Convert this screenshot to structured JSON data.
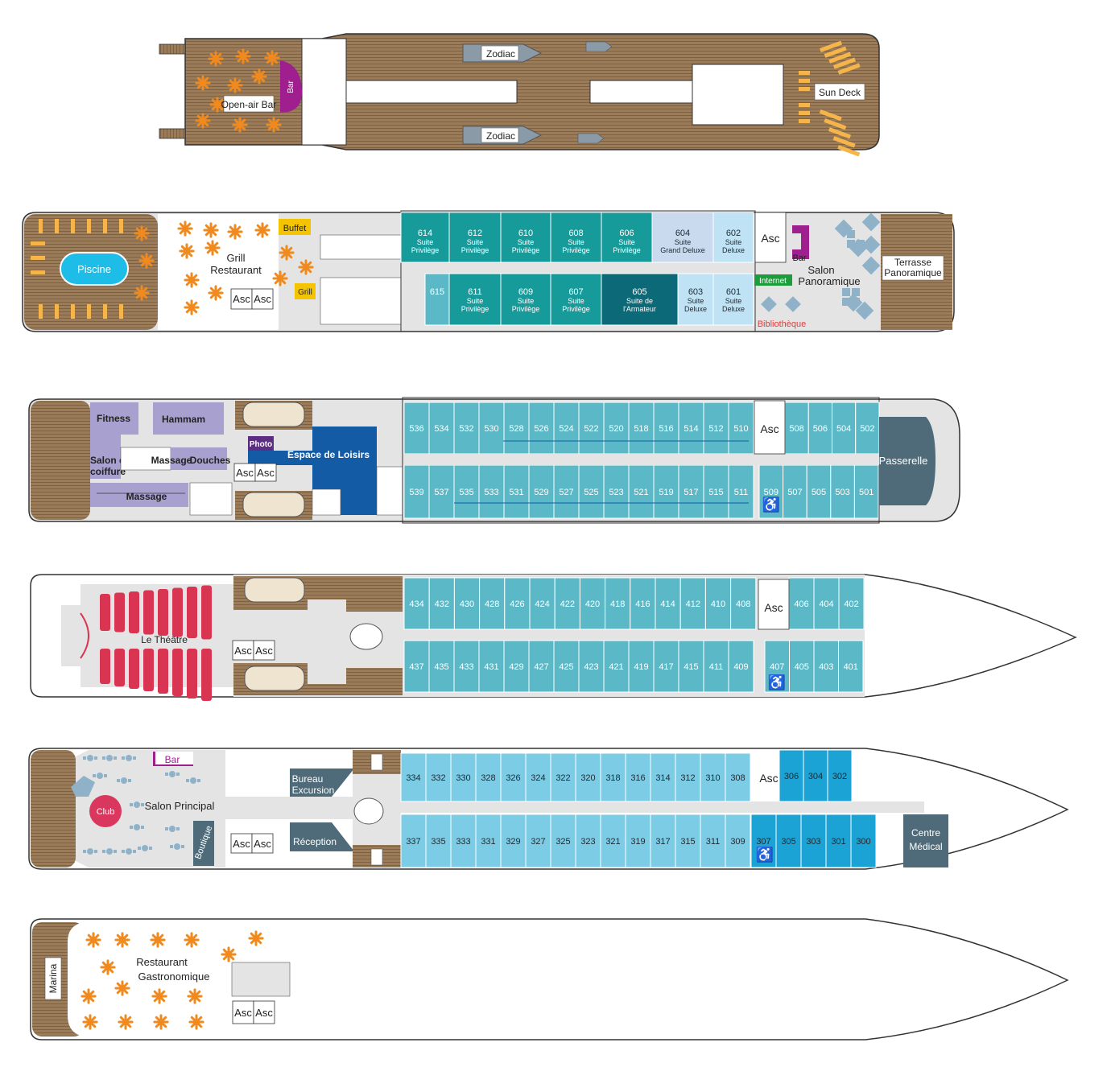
{
  "colors": {
    "deck_wood": "#9a7b5a",
    "hull_line": "#333333",
    "interior": "#e4e4e4",
    "cabin_teal": "#5bb8c6",
    "cabin_light": "#7ccce6",
    "cabin_bright": "#1aa3d4",
    "suite_privilege": "#179b9a",
    "suite_armateur": "#0c6a78",
    "suite_grand_deluxe": "#c9d9ee",
    "suite_deluxe": "#bfe3f5",
    "spa_purple": "#a8a0cf",
    "leisure_blue": "#145ba5",
    "service_slate": "#4f6b79",
    "bar_magenta": "#a01f8e",
    "buffet_yellow": "#f5c400",
    "internet_green": "#1d9c3b",
    "club_red": "#d9375d",
    "theatre_seats": "#d93552",
    "sun_orange": "#f08a1e",
    "library_red": "#e23b3b"
  },
  "deck7": {
    "zodiac_top": "Zodiac",
    "zodiac_bottom": "Zodiac",
    "bar": "Bar",
    "open_air_bar": "Open-air Bar",
    "sun_deck": "Sun Deck"
  },
  "deck6": {
    "piscine": "Piscine",
    "grill_line1": "Grill",
    "grill_line2": "Restaurant",
    "buffet": "Buffet",
    "grill": "Grill",
    "asc1": "Asc",
    "asc2": "Asc",
    "asc_main": "Asc",
    "bar": "Bar",
    "salon_line1": "Salon",
    "salon_line2": "Panoramique",
    "internet": "Internet",
    "bibliotheque": "Bibliothèque",
    "terrasse_line1": "Terrasse",
    "terrasse_line2": "Panoramique",
    "top_suites": [
      {
        "num": "614",
        "l1": "Suite",
        "l2": "Privilège",
        "kind": "privilege"
      },
      {
        "num": "612",
        "l1": "Suite",
        "l2": "Privilège",
        "kind": "privilege"
      },
      {
        "num": "610",
        "l1": "Suite",
        "l2": "Privilège",
        "kind": "privilege"
      },
      {
        "num": "608",
        "l1": "Suite",
        "l2": "Privilège",
        "kind": "privilege"
      },
      {
        "num": "606",
        "l1": "Suite",
        "l2": "Privilège",
        "kind": "privilege"
      },
      {
        "num": "604",
        "l1": "Suite",
        "l2": "Grand Deluxe",
        "kind": "grand"
      },
      {
        "num": "602",
        "l1": "Suite",
        "l2": "Deluxe",
        "kind": "deluxe"
      }
    ],
    "bottom_suites": [
      {
        "num": "615",
        "l1": "",
        "l2": "",
        "kind": "teal"
      },
      {
        "num": "611",
        "l1": "Suite",
        "l2": "Privilège",
        "kind": "privilege"
      },
      {
        "num": "609",
        "l1": "Suite",
        "l2": "Privilège",
        "kind": "privilege"
      },
      {
        "num": "607",
        "l1": "Suite",
        "l2": "Privilège",
        "kind": "privilege"
      },
      {
        "num": "605",
        "l1": "Suite de",
        "l2": "l'Armateur",
        "kind": "armateur"
      },
      {
        "num": "603",
        "l1": "Suite",
        "l2": "Deluxe",
        "kind": "deluxe"
      },
      {
        "num": "601",
        "l1": "Suite",
        "l2": "Deluxe",
        "kind": "deluxe"
      }
    ]
  },
  "deck5": {
    "fitness": "Fitness",
    "hammam": "Hammam",
    "salon_coiffure_1": "Salon de",
    "salon_coiffure_2": "coiffure",
    "massage": "Massage",
    "douches": "Douches",
    "massage_bottom": "Massage",
    "photo": "Photo",
    "espace_loisirs": "Espace de Loisirs",
    "asc1": "Asc",
    "asc2": "Asc",
    "asc_main": "Asc",
    "passerelle": "Passerelle",
    "top_cabins": [
      "536",
      "534",
      "532",
      "530",
      "528",
      "526",
      "524",
      "522",
      "520",
      "518",
      "516",
      "514",
      "512",
      "510"
    ],
    "fore_top": [
      "508",
      "506",
      "504",
      "502"
    ],
    "bottom_cabins": [
      "539",
      "537",
      "535",
      "533",
      "531",
      "529",
      "527",
      "525",
      "523",
      "521",
      "519",
      "517",
      "515",
      "511"
    ],
    "fore_bottom": [
      "509",
      "507",
      "505",
      "503",
      "501"
    ]
  },
  "deck4": {
    "theatre": "Le Théâtre",
    "asc1": "Asc",
    "asc2": "Asc",
    "asc_main": "Asc",
    "top_cabins": [
      "434",
      "432",
      "430",
      "428",
      "426",
      "424",
      "422",
      "420",
      "418",
      "416",
      "414",
      "412",
      "410",
      "408"
    ],
    "fore_top": [
      "406",
      "404",
      "402"
    ],
    "bottom_cabins": [
      "437",
      "435",
      "433",
      "431",
      "429",
      "427",
      "425",
      "423",
      "421",
      "419",
      "417",
      "415",
      "411",
      "409"
    ],
    "fore_bottom": [
      "407",
      "405",
      "403",
      "401"
    ]
  },
  "deck3": {
    "bar": "Bar",
    "club": "Club",
    "salon_principal": "Salon Principal",
    "boutique": "Boutique",
    "bureau_line1": "Bureau",
    "bureau_line2": "Excursion",
    "reception": "Réception",
    "asc1": "Asc",
    "asc2": "Asc",
    "asc_main": "Asc",
    "centre_line1": "Centre",
    "centre_line2": "Médical",
    "top_cabins": [
      "334",
      "332",
      "330",
      "328",
      "326",
      "324",
      "322",
      "320",
      "318",
      "316",
      "314",
      "312",
      "310",
      "308"
    ],
    "fore_top": [
      "306",
      "304",
      "302"
    ],
    "bottom_cabins": [
      "337",
      "335",
      "333",
      "331",
      "329",
      "327",
      "325",
      "323",
      "321",
      "319",
      "317",
      "315",
      "311",
      "309"
    ],
    "fore_bottom": [
      "307",
      "305",
      "303",
      "301",
      "300"
    ]
  },
  "deck2": {
    "marina": "Marina",
    "restaurant_line1": "Restaurant",
    "restaurant_line2": "Gastronomique",
    "asc1": "Asc",
    "asc2": "Asc"
  }
}
